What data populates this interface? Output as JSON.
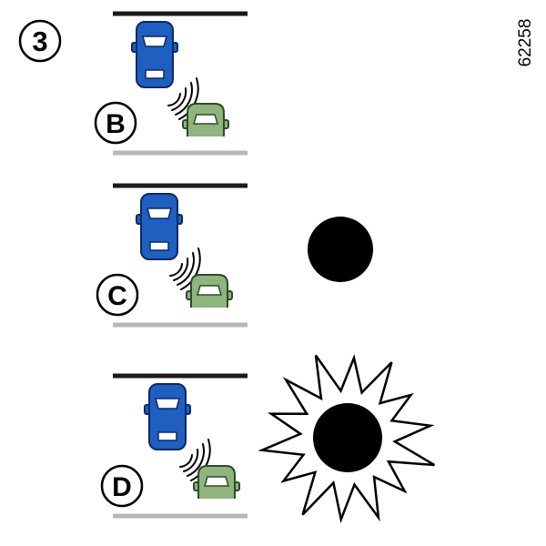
{
  "figure": {
    "step_number": "3",
    "reference_code": "62258"
  },
  "panels": [
    {
      "label": "B",
      "indicator": "none"
    },
    {
      "label": "C",
      "indicator": "solid-dot"
    },
    {
      "label": "D",
      "indicator": "flashing-dot"
    }
  ],
  "colors": {
    "ego_car": "#1f5fbf",
    "ego_car_outline": "#0a2a66",
    "other_car": "#8fb47e",
    "other_car_outline": "#2f4a28",
    "lane_top": "#1a1a1a",
    "lane_bottom": "#b8b8b8",
    "indicator": "#000000"
  }
}
